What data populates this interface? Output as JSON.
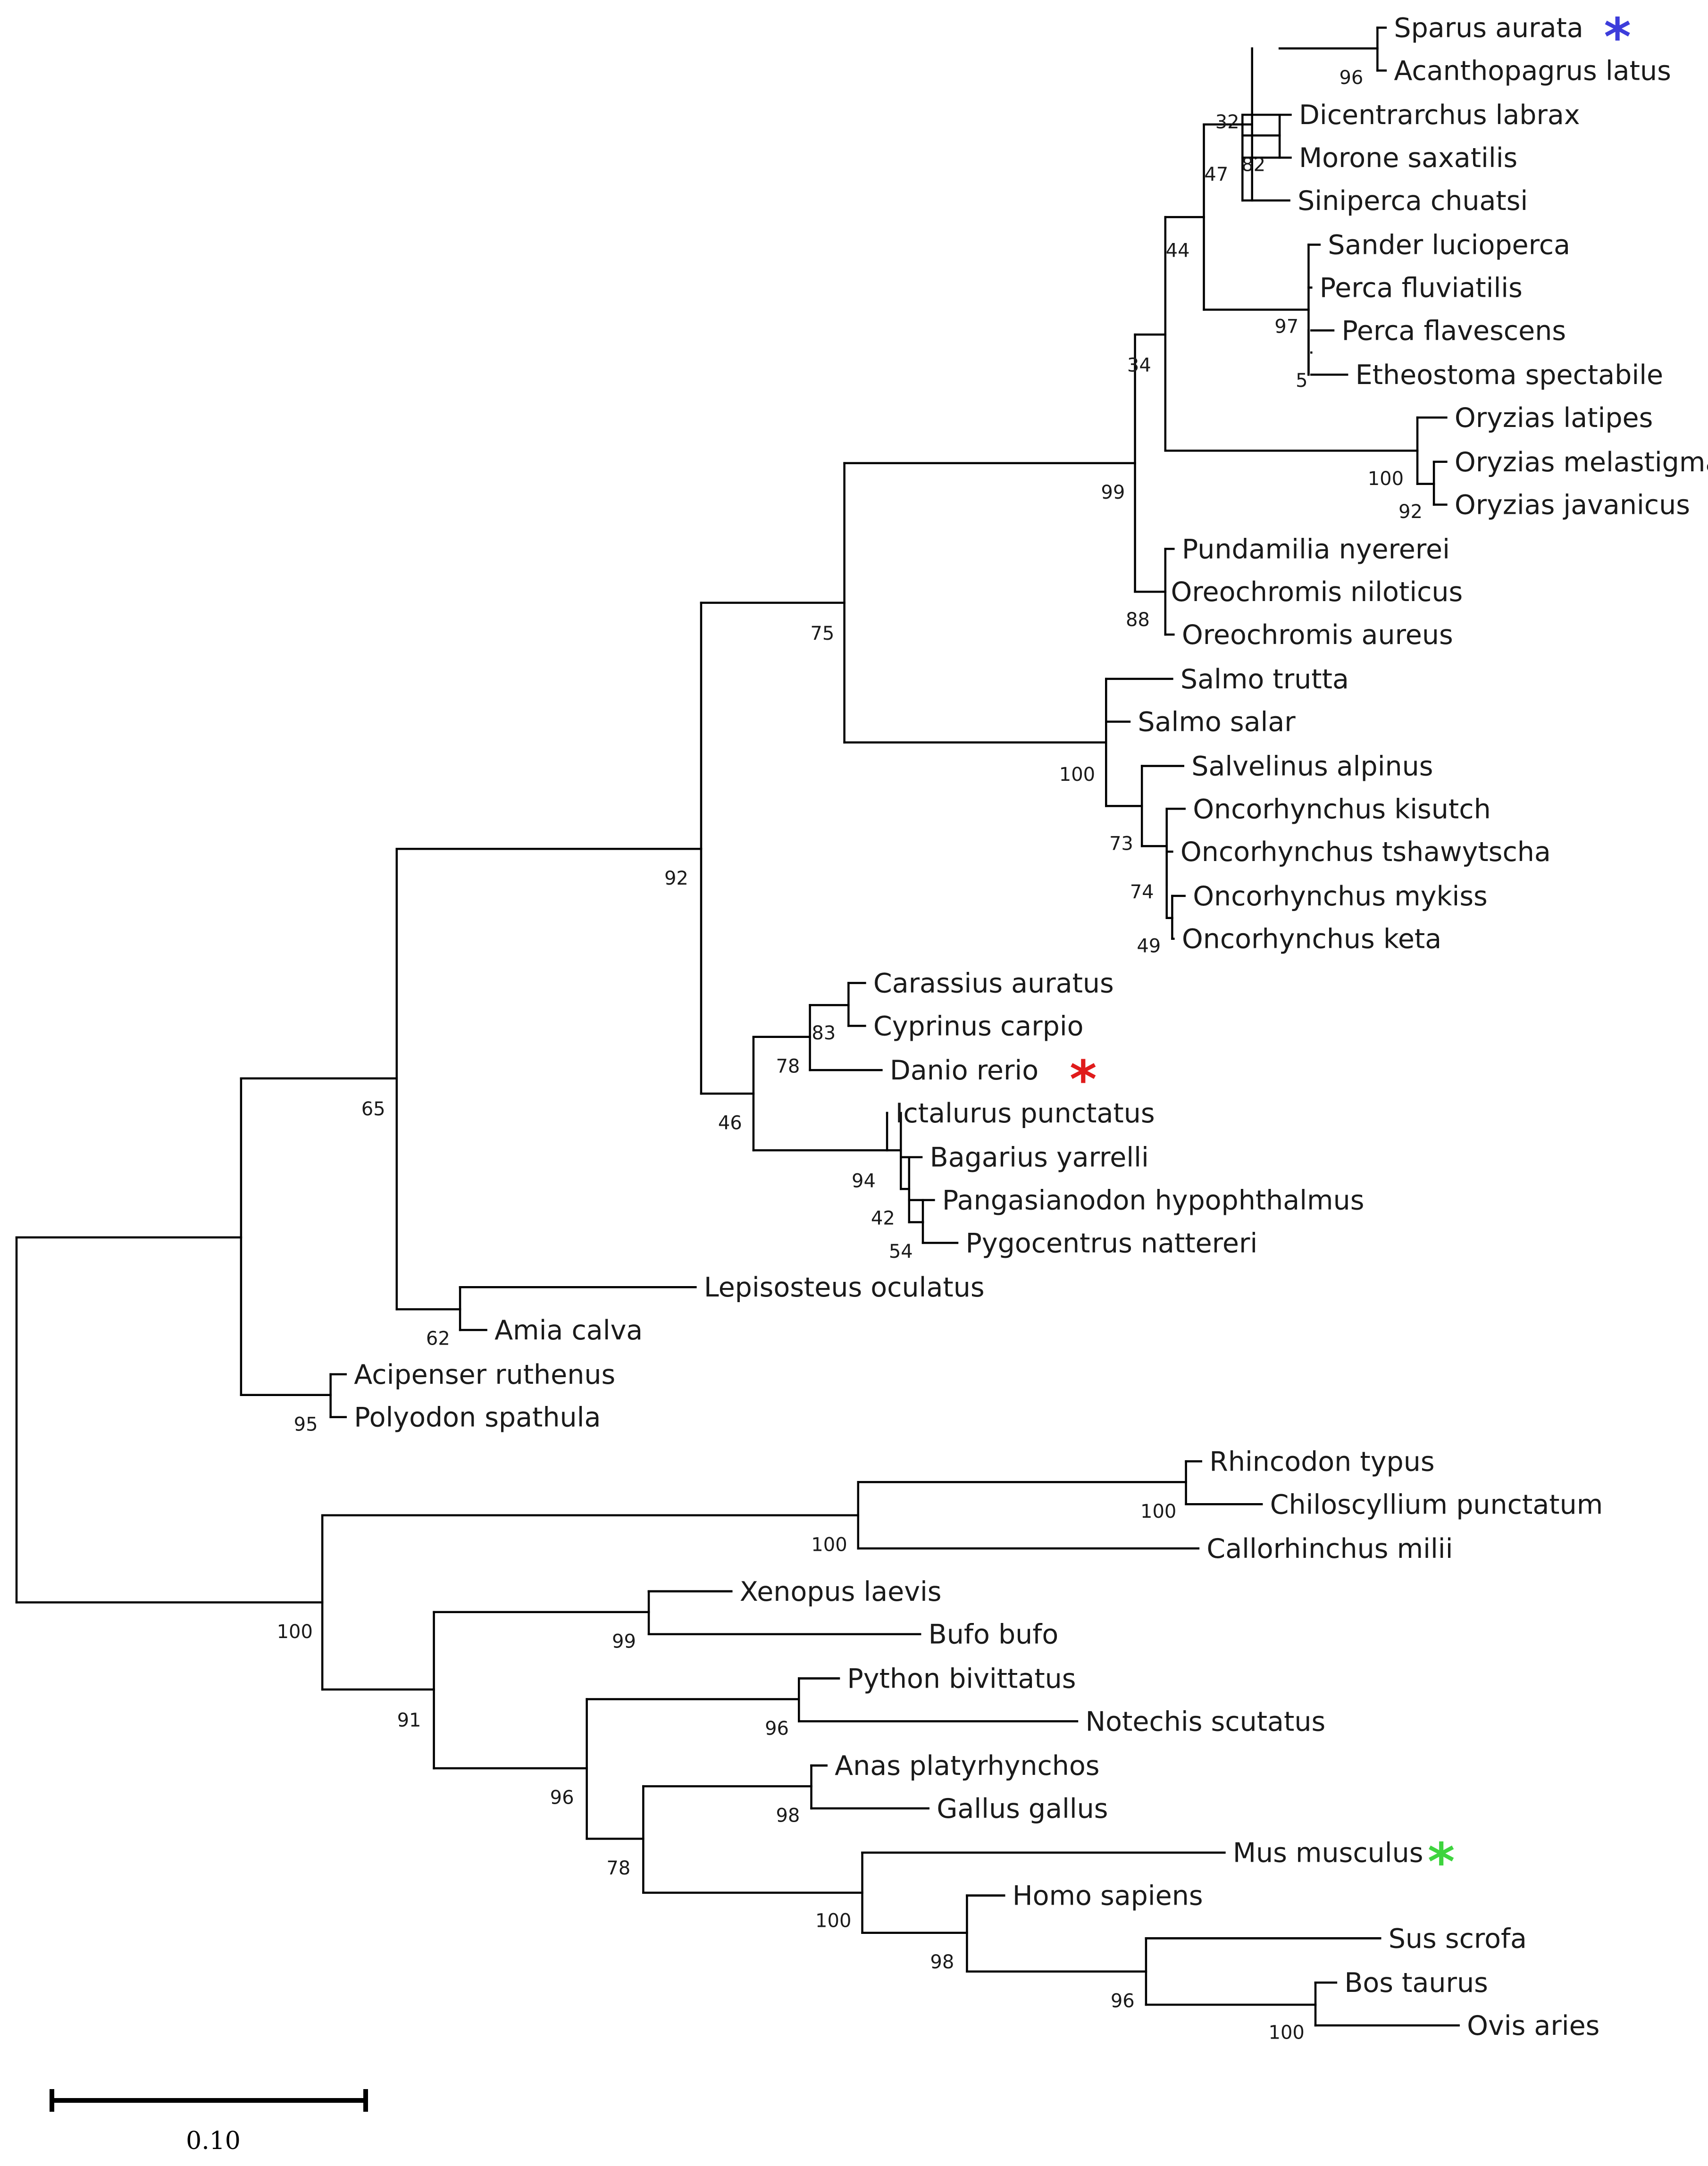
{
  "taxa": [
    "Sparus aurata",
    "Acanthopagrus latus",
    "Dicentrarchus labrax",
    "Morone saxatilis",
    "Siniperca chuatsi",
    "Sander lucioperca",
    "Perca fluviatilis",
    "Perca flavescens",
    "Etheostoma spectabile",
    "Oryzias latipes",
    "Oryzias melastigma",
    "Oryzias javanicus",
    "Pundamilia nyererei",
    "Oreochromis niloticus",
    "Oreochromis aureus",
    "Salmo trutta",
    "Salmo salar",
    "Salvelinus alpinus",
    "Oncorhynchus kisutch",
    "Oncorhynchus tshawytscha",
    "Oncorhynchus mykiss",
    "Oncorhynchus keta",
    "Carassius auratus",
    "Cyprinus carpio",
    "Danio rerio",
    "Ictalurus punctatus",
    "Bagarius yarrelli",
    "Pangasianodon hypophthalmus",
    "Pygocentrus nattereri",
    "Lepisosteus oculatus",
    "Amia calva",
    "Acipenser ruthenus",
    "Polyodon spathula",
    "Rhincodon typus",
    "Chiloscyllium punctatum",
    "Callorhinchus milii",
    "Xenopus laevis",
    "Bufo bufo",
    "Python bivittatus",
    "Notechis scutatus",
    "Anas platyrhynchos",
    "Gallus gallus",
    "Mus musculus",
    "Homo sapiens",
    "Sus scrofa",
    "Bos taurus",
    "Ovis aries"
  ],
  "bootstrap": [
    "96",
    "32",
    "82",
    "47",
    "44",
    "97",
    "5",
    "100",
    "92",
    "34",
    "99",
    "88",
    "75",
    "100",
    "73",
    "74",
    "49",
    "92",
    "83",
    "78",
    "46",
    "94",
    "42",
    "54",
    "65",
    "62",
    "95",
    "100",
    "100",
    "99",
    "91",
    "96",
    "96",
    "98",
    "78",
    "100",
    "98",
    "96",
    "100",
    "100"
  ],
  "markers": [
    {
      "taxon": "Sparus aurata",
      "symbol": "*",
      "color": "#3d3ddb"
    },
    {
      "taxon": "Danio rerio",
      "symbol": "*",
      "color": "#e01b1b"
    },
    {
      "taxon": "Mus musculus",
      "symbol": "*",
      "color": "#3ed43e"
    }
  ],
  "scale_bar": {
    "label": "0.10"
  }
}
